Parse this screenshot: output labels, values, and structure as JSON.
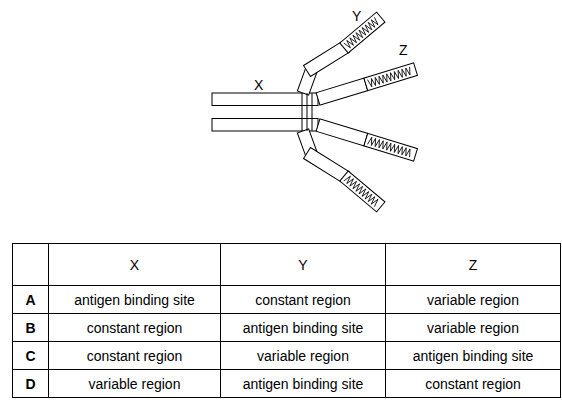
{
  "diagram": {
    "labels": [
      "Y",
      "Z",
      "X",
      "X",
      "Y",
      "Z",
      "A",
      "antigen binding site",
      "constant region",
      "variable region",
      "B",
      "constant region",
      "antigen binding site",
      "variable region",
      "C",
      "constant region",
      "variable region",
      "antigen binding site",
      "D",
      "variable region",
      "antigen binding site",
      "constant region"
    ]
  }
}
